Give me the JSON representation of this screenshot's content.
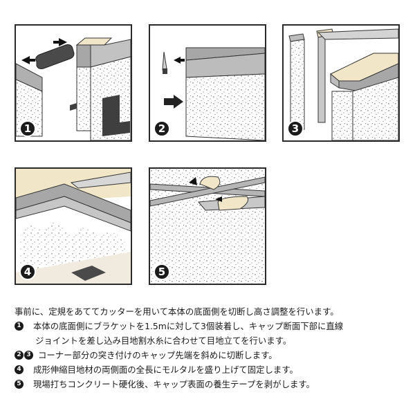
{
  "panels": [
    {
      "id": "p1",
      "number": "1"
    },
    {
      "id": "p2",
      "number": "2"
    },
    {
      "id": "p3",
      "number": "3"
    },
    {
      "id": "p4",
      "number": "4"
    },
    {
      "id": "p5",
      "number": "5"
    }
  ],
  "instructions": {
    "intro": "事前に、定規をあててカッターを用いて本体の底面側を切断し高さ調整を行います。",
    "step1": {
      "number": "1",
      "line1": "本体の底面側にブラケットを1.5mに対して3個装着し、キャップ断面下部に直線",
      "line2": "ジョイントを差し込み目地割水糸に合わせて目地立てを行います。"
    },
    "step23": {
      "numbers": [
        "2",
        "3"
      ],
      "text": "コーナー部分の突き付けのキャップ先端を斜めに切断します。"
    },
    "step4": {
      "number": "4",
      "text": "成形伸縮目地材の両側面の全長にモルタルを盛り上げて固定します。"
    },
    "step5": {
      "number": "5",
      "text": "現場打ちコンクリート硬化後、キャップ表面の養生テープを剥がします。"
    }
  },
  "colors": {
    "cap": "#f1e6c8",
    "metal": "#a7a7a7",
    "metal_dark": "#6f6f6f",
    "concrete": "#ffffff",
    "bracket": "#555555",
    "badge": "#1b1b1b"
  },
  "icons": [
    "arrow-icon",
    "cutter-icon",
    "number-badge"
  ]
}
